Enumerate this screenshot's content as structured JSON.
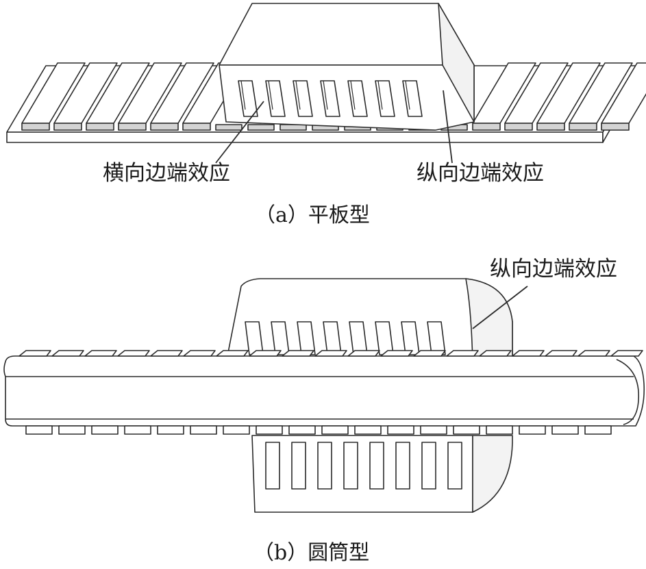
{
  "figure_a": {
    "label_transverse": "横向边端效应",
    "label_longitudinal": "纵向边端效应",
    "caption": "（a）平板型"
  },
  "figure_b": {
    "label_longitudinal": "纵向边端效应",
    "caption": "（b）圆筒型"
  },
  "colors": {
    "line": "#2a2a2a",
    "fill": "#ffffff",
    "shade": "#d4d4d4"
  }
}
